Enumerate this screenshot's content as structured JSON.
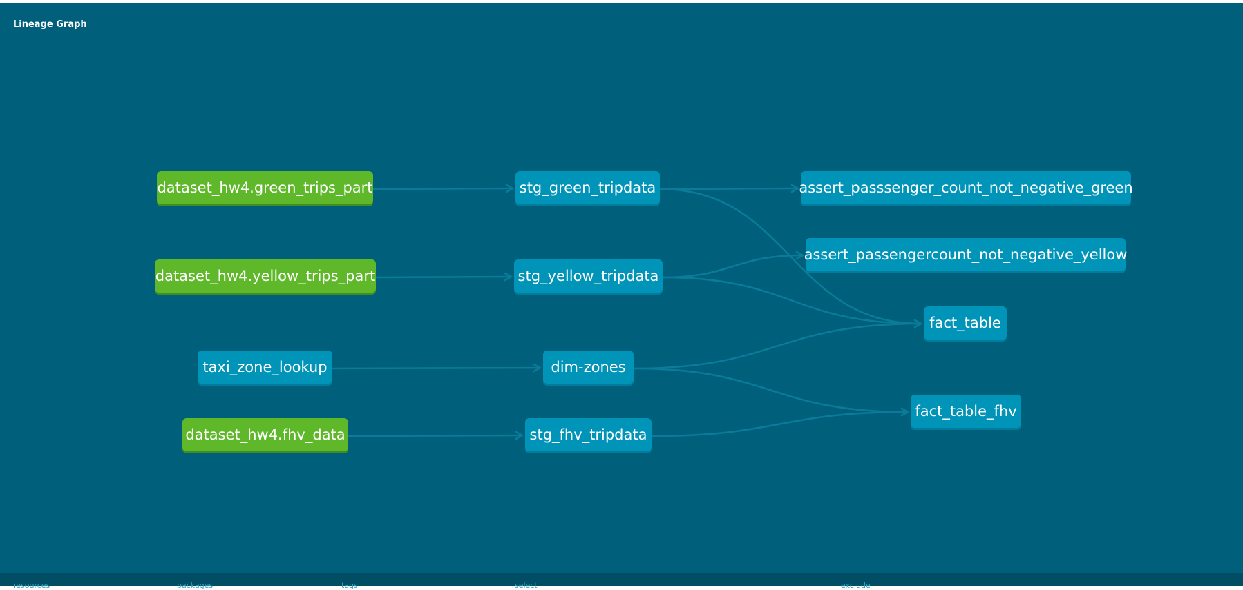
{
  "title": "Lineage Graph",
  "colors": {
    "background": "#005f7a",
    "source_node": "#5fb82a",
    "model_node": "#0094b8",
    "edge": "#0a7c99",
    "footer": "#014d63"
  },
  "nodes": [
    {
      "id": "green_src",
      "label": "dataset_hw4.green_trips_part",
      "kind": "source"
    },
    {
      "id": "yellow_src",
      "label": "dataset_hw4.yellow_trips_part",
      "kind": "source"
    },
    {
      "id": "zone_lookup",
      "label": "taxi_zone_lookup",
      "kind": "model"
    },
    {
      "id": "fhv_src",
      "label": "dataset_hw4.fhv_data",
      "kind": "source"
    },
    {
      "id": "stg_green",
      "label": "stg_green_tripdata",
      "kind": "model"
    },
    {
      "id": "stg_yellow",
      "label": "stg_yellow_tripdata",
      "kind": "model"
    },
    {
      "id": "dim_zones",
      "label": "dim-zones",
      "kind": "model"
    },
    {
      "id": "stg_fhv",
      "label": "stg_fhv_tripdata",
      "kind": "model"
    },
    {
      "id": "assert_green",
      "label": "assert_passsenger_count_not_negative_green",
      "kind": "model"
    },
    {
      "id": "assert_yellow",
      "label": "assert_passengercount_not_negative_yellow",
      "kind": "model"
    },
    {
      "id": "fact_table",
      "label": "fact_table",
      "kind": "model"
    },
    {
      "id": "fact_table_fhv",
      "label": "fact_table_fhv",
      "kind": "model"
    }
  ],
  "edges": [
    {
      "from": "green_src",
      "to": "stg_green"
    },
    {
      "from": "yellow_src",
      "to": "stg_yellow"
    },
    {
      "from": "zone_lookup",
      "to": "dim_zones"
    },
    {
      "from": "fhv_src",
      "to": "stg_fhv"
    },
    {
      "from": "stg_green",
      "to": "assert_green"
    },
    {
      "from": "stg_green",
      "to": "fact_table"
    },
    {
      "from": "stg_yellow",
      "to": "assert_yellow"
    },
    {
      "from": "stg_yellow",
      "to": "fact_table"
    },
    {
      "from": "dim_zones",
      "to": "fact_table"
    },
    {
      "from": "dim_zones",
      "to": "fact_table_fhv"
    },
    {
      "from": "stg_fhv",
      "to": "fact_table_fhv"
    }
  ],
  "footer": {
    "labels": [
      "resources",
      "packages",
      "tags",
      "select",
      "exclude"
    ]
  }
}
